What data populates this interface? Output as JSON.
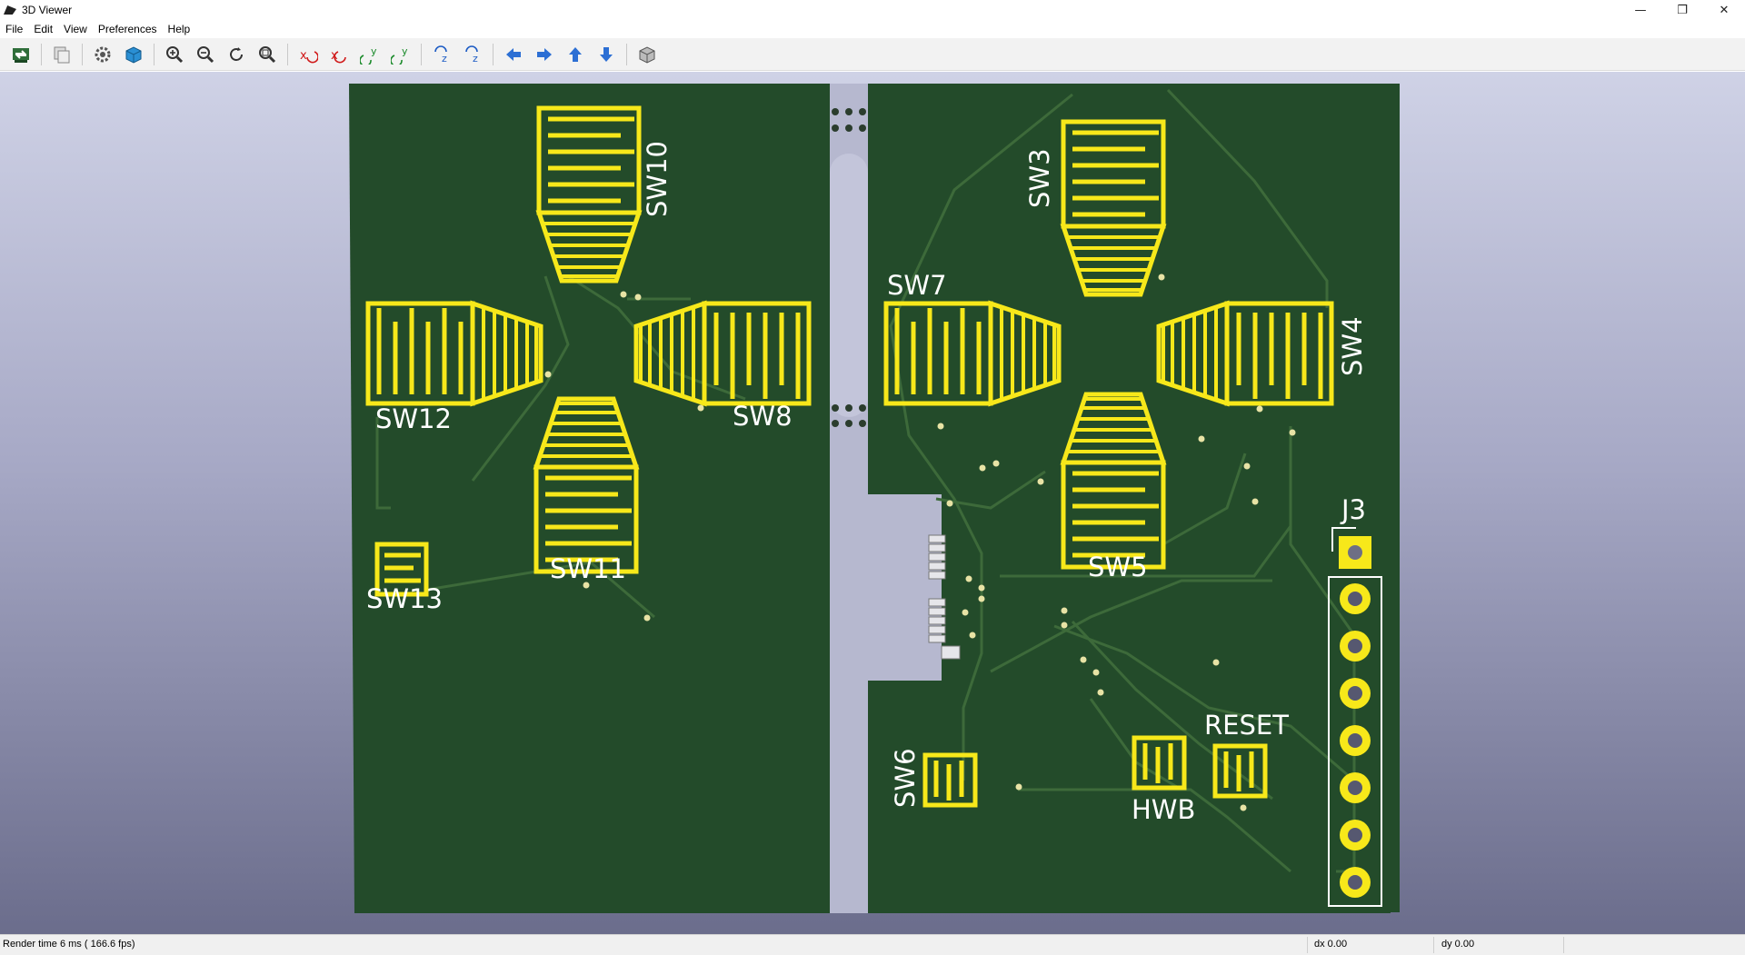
{
  "window": {
    "title": "3D Viewer",
    "controls": {
      "minimize": "—",
      "restore": "❐",
      "close": "✕"
    }
  },
  "menu": {
    "items": [
      "File",
      "Edit",
      "View",
      "Preferences",
      "Help"
    ]
  },
  "toolbar": {
    "buttons": [
      {
        "name": "reload-board-icon",
        "group": 0
      },
      {
        "name": "copy-image-icon",
        "group": 1
      },
      {
        "name": "settings-icon",
        "group": 2
      },
      {
        "name": "raytracing-icon",
        "group": 2
      },
      {
        "name": "zoom-in-icon",
        "group": 3
      },
      {
        "name": "zoom-out-icon",
        "group": 3
      },
      {
        "name": "refresh-icon",
        "group": 3
      },
      {
        "name": "zoom-fit-icon",
        "group": 3
      },
      {
        "name": "rotate-x-cw-icon",
        "group": 4
      },
      {
        "name": "rotate-x-ccw-icon",
        "group": 4
      },
      {
        "name": "rotate-y-cw-icon",
        "group": 4
      },
      {
        "name": "rotate-y-ccw-icon",
        "group": 4
      },
      {
        "name": "rotate-z-cw-icon",
        "group": 5
      },
      {
        "name": "rotate-z-ccw-icon",
        "group": 5
      },
      {
        "name": "move-left-icon",
        "group": 6
      },
      {
        "name": "move-right-icon",
        "group": 6
      },
      {
        "name": "move-up-icon",
        "group": 6
      },
      {
        "name": "move-down-icon",
        "group": 6
      },
      {
        "name": "ortho-view-icon",
        "group": 7
      }
    ]
  },
  "board": {
    "colors": {
      "mask": "#234b2a",
      "trace": "#3d6a3a",
      "silk": "#ffffff",
      "copper": "#f7e81a",
      "drill": "#c8c8d2"
    },
    "labels": {
      "sw10": "SW10",
      "sw12": "SW12",
      "sw8": "SW8",
      "sw11": "SW11",
      "sw13": "SW13",
      "sw3": "SW3",
      "sw7": "SW7",
      "sw4": "SW4",
      "sw5": "SW5",
      "sw6": "SW6",
      "hwb": "HWB",
      "reset": "RESET",
      "j3": "J3"
    }
  },
  "status": {
    "render_time": "Render time 6 ms ( 166.6 fps)",
    "dx": "dx 0.00",
    "dy": "dy 0.00"
  }
}
